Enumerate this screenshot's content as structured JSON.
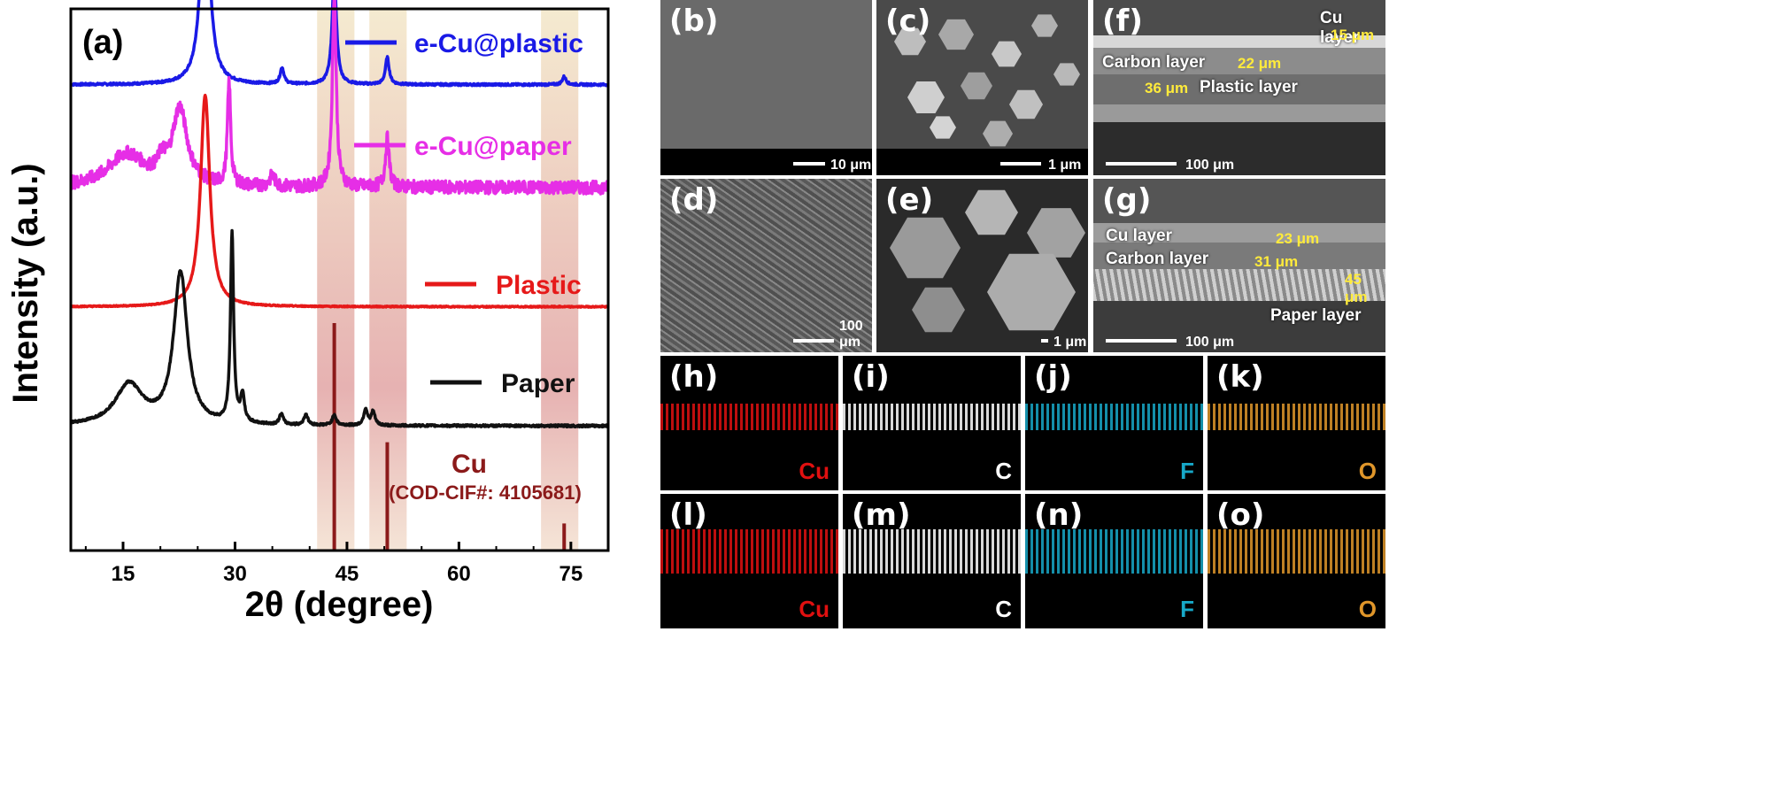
{
  "chart_data": {
    "type": "line",
    "panel_label": "(a)",
    "xlabel": "2θ (degree)",
    "ylabel": "Intensity (a.u.)",
    "xlim": [
      8,
      80
    ],
    "xticks": [
      15,
      30,
      45,
      60,
      75
    ],
    "highlight_bands": [
      {
        "from": 41,
        "to": 46,
        "color": "#e2a0a0"
      },
      {
        "from": 48,
        "to": 53,
        "color": "#e2a0a0"
      },
      {
        "from": 71,
        "to": 76,
        "color": "#e2a0a0"
      }
    ],
    "series": [
      {
        "name": "e-Cu@plastic",
        "color": "#1a1ae6",
        "baseline": 0.86,
        "noise": 0.002,
        "peaks": [
          [
            26,
            0.38,
            0.7
          ],
          [
            36.3,
            0.03,
            0.3
          ],
          [
            43.3,
            0.2,
            0.35
          ],
          [
            50.4,
            0.05,
            0.3
          ],
          [
            74.1,
            0.015,
            0.3
          ]
        ]
      },
      {
        "name": "e-Cu@paper",
        "color": "#e62ee6",
        "baseline": 0.67,
        "noise": 0.012,
        "peaks": [
          [
            15.5,
            0.06,
            3.0
          ],
          [
            22.6,
            0.14,
            1.2
          ],
          [
            20.2,
            0.03,
            0.6
          ],
          [
            29.2,
            0.19,
            0.25
          ],
          [
            35.0,
            0.02,
            0.4
          ],
          [
            43.3,
            0.36,
            0.3
          ],
          [
            50.4,
            0.09,
            0.3
          ]
        ]
      },
      {
        "name": "Plastic",
        "color": "#e61919",
        "baseline": 0.45,
        "noise": 0.001,
        "peaks": [
          [
            26,
            0.39,
            0.75
          ]
        ]
      },
      {
        "name": "Paper",
        "color": "#111111",
        "baseline": 0.23,
        "noise": 0.002,
        "peaks": [
          [
            15.8,
            0.075,
            2.2
          ],
          [
            22.7,
            0.28,
            1.1
          ],
          [
            29.6,
            0.35,
            0.25
          ],
          [
            31.0,
            0.05,
            0.3
          ],
          [
            36.2,
            0.02,
            0.3
          ],
          [
            39.5,
            0.02,
            0.3
          ],
          [
            43.3,
            0.02,
            0.3
          ],
          [
            47.5,
            0.03,
            0.3
          ],
          [
            48.5,
            0.025,
            0.3
          ]
        ]
      }
    ],
    "reference": {
      "name": "Cu",
      "label": "(COD-CIF#: 4105681)",
      "color": "#8b1a1a",
      "sticks": [
        [
          43.3,
          0.42
        ],
        [
          50.4,
          0.2
        ],
        [
          74.1,
          0.05
        ]
      ]
    }
  },
  "images": {
    "b": {
      "label": "(b)",
      "scale": "10 μm"
    },
    "c": {
      "label": "(c)",
      "scale": "1 μm"
    },
    "d": {
      "label": "(d)",
      "scale": "100 μm"
    },
    "e": {
      "label": "(e)",
      "scale": "1 μm"
    },
    "f": {
      "label": "(f)",
      "scale": "100 μm",
      "cu_layer": "Cu layer",
      "carbon_layer": "Carbon layer",
      "plastic_layer": "Plastic layer",
      "t1": "15 μm",
      "t2": "22 μm",
      "t3": "36 μm"
    },
    "g": {
      "label": "(g)",
      "scale": "100 μm",
      "cu_layer": "Cu layer",
      "carbon_layer": "Carbon layer",
      "paper_layer": "Paper layer",
      "t1": "23 μm",
      "t2": "31 μm",
      "t3": "45 μm"
    },
    "maps": [
      {
        "label": "(h)",
        "element": "Cu",
        "color": "#e01010"
      },
      {
        "label": "(i)",
        "element": "C",
        "color": "#ffffff"
      },
      {
        "label": "(j)",
        "element": "F",
        "color": "#17a8c8"
      },
      {
        "label": "(k)",
        "element": "O",
        "color": "#e0962a"
      },
      {
        "label": "(l)",
        "element": "Cu",
        "color": "#e01010"
      },
      {
        "label": "(m)",
        "element": "C",
        "color": "#ffffff"
      },
      {
        "label": "(n)",
        "element": "F",
        "color": "#17a8c8"
      },
      {
        "label": "(o)",
        "element": "O",
        "color": "#e0962a"
      }
    ]
  }
}
